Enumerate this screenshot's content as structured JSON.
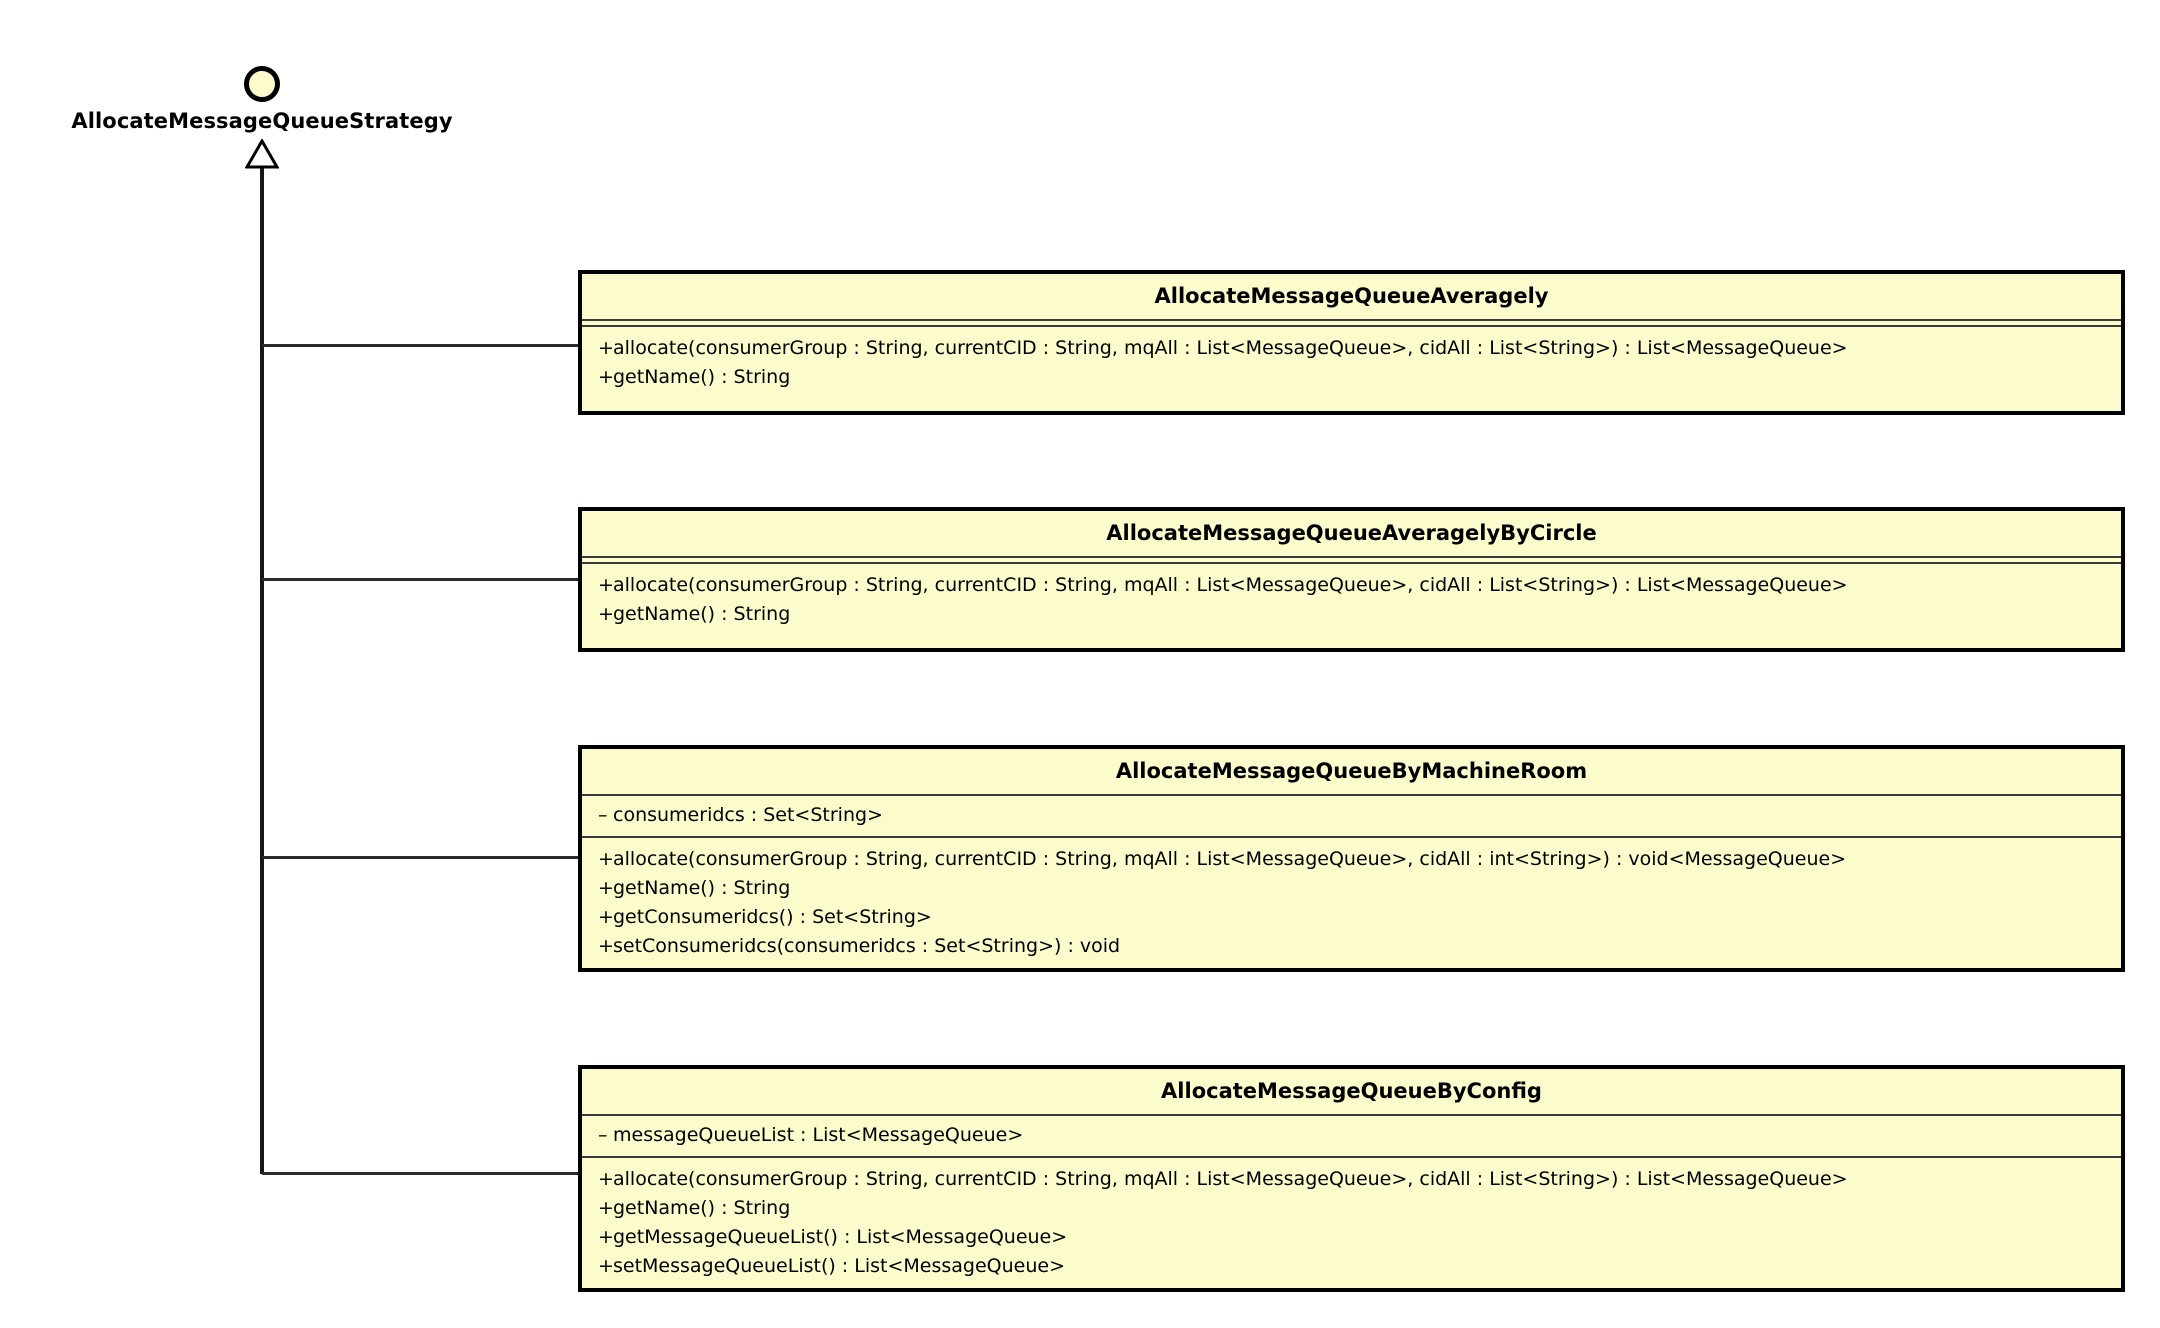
{
  "diagram": {
    "kind": "uml-class-diagram",
    "background_color": "#ffffff",
    "box_fill_color": "#fbfbcc",
    "box_border_color": "#000000",
    "connector_color": "#161616",
    "interface": {
      "name": "AllocateMessageQueueStrategy",
      "notation": "lollipop-circle",
      "relationship": "generalization"
    },
    "classes": [
      {
        "name": "AllocateMessageQueueAveragely",
        "attributes": [],
        "methods": [
          {
            "visibility": "+",
            "text": "allocate(consumerGroup : String, currentCID : String, mqAll : List<MessageQueue>, cidAll : List<String>) : List<MessageQueue>"
          },
          {
            "visibility": "+",
            "text": "getName() : String"
          }
        ]
      },
      {
        "name": "AllocateMessageQueueAveragelyByCircle",
        "attributes": [],
        "methods": [
          {
            "visibility": "+",
            "text": "allocate(consumerGroup : String, currentCID : String, mqAll : List<MessageQueue>, cidAll : List<String>) : List<MessageQueue>"
          },
          {
            "visibility": "+",
            "text": "getName() : String"
          }
        ]
      },
      {
        "name": "AllocateMessageQueueByMachineRoom",
        "attributes": [
          {
            "visibility": "–",
            "text": "consumeridcs : Set<String>"
          }
        ],
        "methods": [
          {
            "visibility": "+",
            "text": "allocate(consumerGroup : String, currentCID : String, mqAll : List<MessageQueue>, cidAll : int<String>) : void<MessageQueue>"
          },
          {
            "visibility": "+",
            "text": "getName() : String"
          },
          {
            "visibility": "+",
            "text": "getConsumeridcs() : Set<String>"
          },
          {
            "visibility": "+",
            "text": "setConsumeridcs(consumeridcs : Set<String>) : void"
          }
        ]
      },
      {
        "name": "AllocateMessageQueueByConfig",
        "attributes": [
          {
            "visibility": "–",
            "text": "messageQueueList : List<MessageQueue>"
          }
        ],
        "methods": [
          {
            "visibility": "+",
            "text": "allocate(consumerGroup : String, currentCID : String, mqAll : List<MessageQueue>, cidAll : List<String>) : List<MessageQueue>"
          },
          {
            "visibility": "+",
            "text": "getName() : String"
          },
          {
            "visibility": "+",
            "text": "getMessageQueueList() : List<MessageQueue>"
          },
          {
            "visibility": "+",
            "text": "setMessageQueueList() : List<MessageQueue>"
          }
        ]
      }
    ]
  }
}
